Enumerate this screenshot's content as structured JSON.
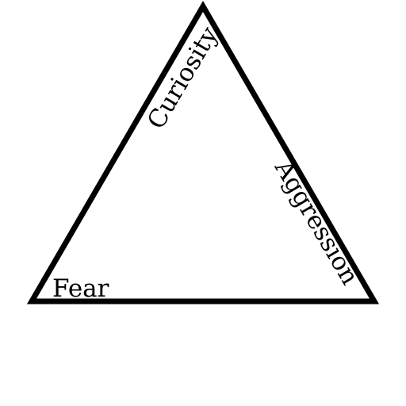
{
  "diagram": {
    "labels": {
      "top": "Curiosity",
      "right": "Aggression",
      "bottom_left": "Fear"
    },
    "colors": {
      "stroke": "#000000",
      "background": "#ffffff"
    }
  }
}
